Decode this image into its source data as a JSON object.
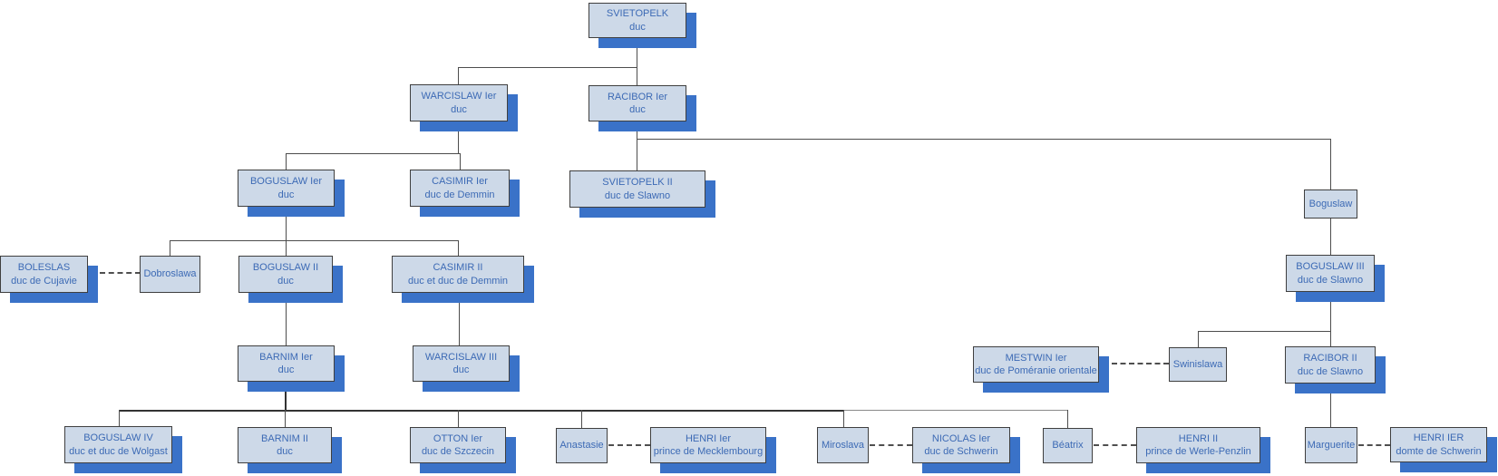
{
  "diagram": {
    "type": "genealogy-family-tree",
    "colors": {
      "background": "#ffffff",
      "node_fill": "#cdd9e8",
      "node_border": "#3f3f3f",
      "node_text": "#3c6ab5",
      "shadow": "#3a72c8",
      "connector": "#4d4d4d"
    },
    "nodes": [
      {
        "id": "svietopelk",
        "name": "SVIETOPELK",
        "title": "duc",
        "shape": "major"
      },
      {
        "id": "warcislaw1",
        "name": "WARCISLAW Ier",
        "title": "duc",
        "shape": "major"
      },
      {
        "id": "racibor1",
        "name": "RACIBOR Ier",
        "title": "duc",
        "shape": "major"
      },
      {
        "id": "boguslaw1",
        "name": "BOGUSLAW Ier",
        "title": "duc",
        "shape": "major"
      },
      {
        "id": "casimir1",
        "name": "CASIMIR Ier",
        "title": "duc de Demmin",
        "shape": "major"
      },
      {
        "id": "svietopelk2",
        "name": "SVIETOPELK II",
        "title": "duc de Slawno",
        "shape": "major"
      },
      {
        "id": "boguslaw_m",
        "name": "Boguslaw",
        "title": "",
        "shape": "minor"
      },
      {
        "id": "boleslas",
        "name": "BOLESLAS",
        "title": "duc de Cujavie",
        "shape": "major"
      },
      {
        "id": "dobroslawa",
        "name": "Dobroslawa",
        "title": "",
        "shape": "minor"
      },
      {
        "id": "boguslaw2",
        "name": "BOGUSLAW II",
        "title": "duc",
        "shape": "major"
      },
      {
        "id": "casimir2",
        "name": "CASIMIR II",
        "title": "duc et duc de Demmin",
        "shape": "major"
      },
      {
        "id": "boguslaw3",
        "name": "BOGUSLAW III",
        "title": "duc de Slawno",
        "shape": "major"
      },
      {
        "id": "barnim1",
        "name": "BARNIM Ier",
        "title": "duc",
        "shape": "major"
      },
      {
        "id": "warcislaw3",
        "name": "WARCISLAW III",
        "title": "duc",
        "shape": "major"
      },
      {
        "id": "mestwin1",
        "name": "MESTWIN Ier",
        "title": "duc de Poméranie orientale",
        "shape": "major"
      },
      {
        "id": "swinislawa",
        "name": "Swinislawa",
        "title": "",
        "shape": "minor"
      },
      {
        "id": "racibor2",
        "name": "RACIBOR II",
        "title": "duc de Slawno",
        "shape": "major"
      },
      {
        "id": "boguslaw4",
        "name": "BOGUSLAW IV",
        "title": "duc et duc de Wolgast",
        "shape": "major"
      },
      {
        "id": "barnim2",
        "name": "BARNIM II",
        "title": "duc",
        "shape": "major"
      },
      {
        "id": "otton1",
        "name": "OTTON Ier",
        "title": "duc de Szczecin",
        "shape": "major"
      },
      {
        "id": "anastasie",
        "name": "Anastasie",
        "title": "",
        "shape": "minor"
      },
      {
        "id": "henri1_meck",
        "name": "HENRI Ier",
        "title": "prince de Mecklembourg",
        "shape": "major"
      },
      {
        "id": "miroslava",
        "name": "Miroslava",
        "title": "",
        "shape": "minor"
      },
      {
        "id": "nicolas1",
        "name": "NICOLAS Ier",
        "title": "duc de Schwerin",
        "shape": "major"
      },
      {
        "id": "beatrix",
        "name": "Béatrix",
        "title": "",
        "shape": "minor"
      },
      {
        "id": "henri2_werle",
        "name": "HENRI II",
        "title": "prince de Werle-Penzlin",
        "shape": "major"
      },
      {
        "id": "marguerite",
        "name": "Marguerite",
        "title": "",
        "shape": "minor"
      },
      {
        "id": "henri1_schw",
        "name": "HENRI IER",
        "title": "domte de Schwerin",
        "shape": "major"
      }
    ],
    "relationships": {
      "parent_child": [
        [
          "svietopelk",
          "warcislaw1"
        ],
        [
          "svietopelk",
          "racibor1"
        ],
        [
          "warcislaw1",
          "boguslaw1"
        ],
        [
          "warcislaw1",
          "casimir1"
        ],
        [
          "racibor1",
          "svietopelk2"
        ],
        [
          "racibor1",
          "boguslaw_m"
        ],
        [
          "boguslaw1",
          "dobroslawa"
        ],
        [
          "boguslaw1",
          "boguslaw2"
        ],
        [
          "boguslaw1",
          "casimir2"
        ],
        [
          "boguslaw_m",
          "boguslaw3"
        ],
        [
          "boguslaw2",
          "barnim1"
        ],
        [
          "casimir2",
          "warcislaw3"
        ],
        [
          "boguslaw3",
          "swinislawa"
        ],
        [
          "boguslaw3",
          "racibor2"
        ],
        [
          "barnim1",
          "boguslaw4"
        ],
        [
          "barnim1",
          "barnim2"
        ],
        [
          "barnim1",
          "otton1"
        ],
        [
          "barnim1",
          "anastasie"
        ],
        [
          "barnim1",
          "miroslava"
        ],
        [
          "barnim1",
          "beatrix"
        ],
        [
          "racibor2",
          "marguerite"
        ]
      ],
      "marriages": [
        [
          "boleslas",
          "dobroslawa"
        ],
        [
          "mestwin1",
          "swinislawa"
        ],
        [
          "anastasie",
          "henri1_meck"
        ],
        [
          "miroslava",
          "nicolas1"
        ],
        [
          "beatrix",
          "henri2_werle"
        ],
        [
          "marguerite",
          "henri1_schw"
        ]
      ]
    }
  }
}
